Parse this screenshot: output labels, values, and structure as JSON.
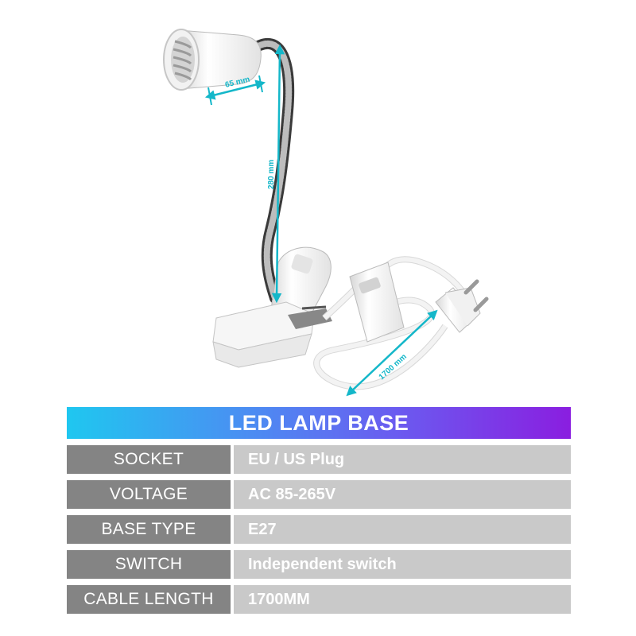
{
  "dimensions": {
    "diameter": "65 mm",
    "gooseneck": "280 mm",
    "cable": "1700 mm"
  },
  "colors": {
    "accent_dimension": "#14b7c9",
    "banner_start": "#1fc7f0",
    "banner_end": "#8a1ee0",
    "label_bg": "#848484",
    "value_bg": "#c9c9c9"
  },
  "banner": {
    "title": "LED LAMP BASE"
  },
  "specs": [
    {
      "label": "SOCKET",
      "value": "EU / US Plug"
    },
    {
      "label": "VOLTAGE",
      "value": "AC 85-265V"
    },
    {
      "label": "BASE TYPE",
      "value": "E27"
    },
    {
      "label": "SWITCH",
      "value": "Independent switch"
    },
    {
      "label": "CABLE LENGTH",
      "value": "1700MM"
    }
  ]
}
